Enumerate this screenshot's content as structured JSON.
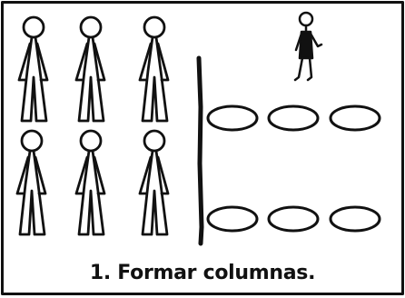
{
  "caption": "1. Formar columnas.",
  "colors": {
    "ink": "#111111",
    "background": "#ffffff"
  },
  "diagram": {
    "student_rows": 2,
    "students_per_row": 3,
    "teacher_count": 1,
    "hoop_rows": 2,
    "hoops_per_row": 3,
    "icons": [
      "stick-figure-student",
      "stick-figure-teacher",
      "hoop-ring",
      "divider-line"
    ]
  }
}
